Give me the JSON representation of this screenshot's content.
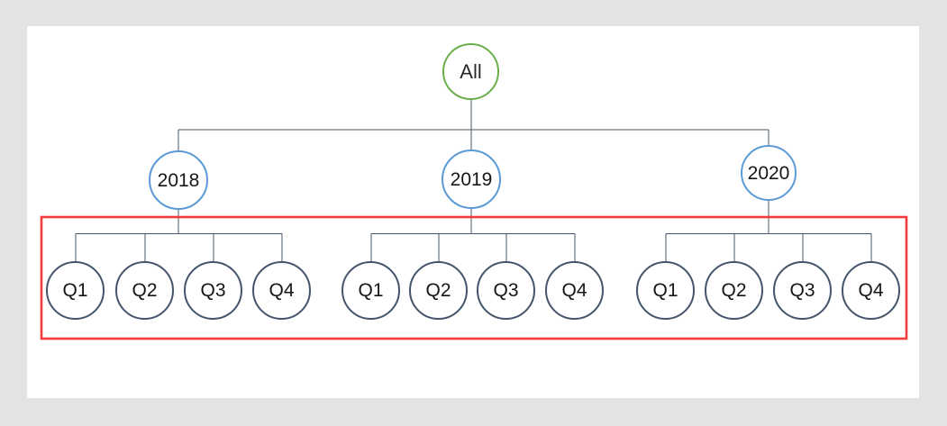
{
  "tree": {
    "root": "All",
    "groups": [
      {
        "year": "2018",
        "quarters": [
          "Q1",
          "Q2",
          "Q3",
          "Q4"
        ]
      },
      {
        "year": "2019",
        "quarters": [
          "Q1",
          "Q2",
          "Q3",
          "Q4"
        ]
      },
      {
        "year": "2020",
        "quarters": [
          "Q1",
          "Q2",
          "Q3",
          "Q4"
        ]
      }
    ]
  },
  "colors": {
    "page_background": "#e3e3e3",
    "canvas_background": "#ffffff",
    "root_node_border": "#6aae4b",
    "year_node_border": "#5b9bd5",
    "quarter_node_border": "#44546a",
    "connector_line": "#44546a",
    "highlight_box_border": "#f63b3b",
    "label_text": "#161616"
  }
}
